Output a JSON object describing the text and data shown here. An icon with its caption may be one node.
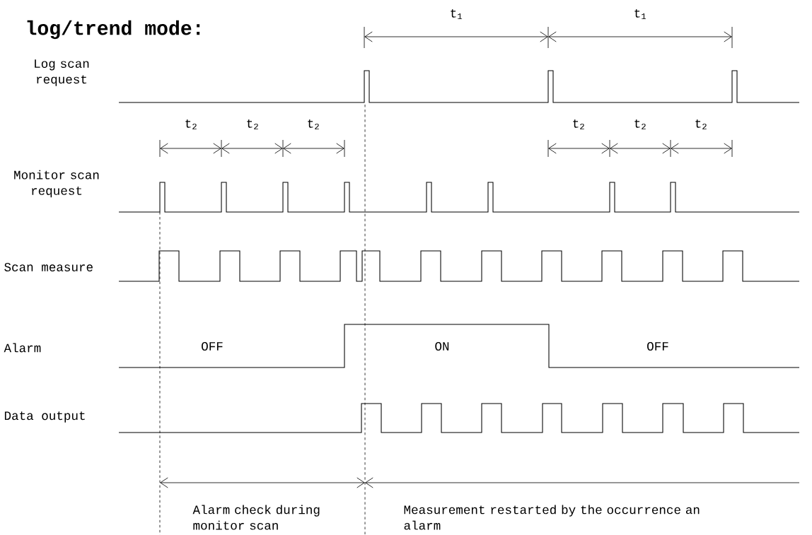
{
  "diagram": {
    "title": "log/trend mode:",
    "labels": [
      "t$_{1}$",
      "t$_{1}$",
      "Log scan request",
      "t$_{2}$",
      "t$_{2}$",
      "t$_{2}$",
      "t$_{2}$",
      "t$_{2}$",
      "t$_{2}$",
      "Monitor scan request",
      "Scan measure",
      "Alarm",
      "OFF",
      "ON",
      "OFF",
      "Data output",
      "Alarm check during monitor scan",
      "Measurement restarted by the occurrence an alarm"
    ]
  }
}
